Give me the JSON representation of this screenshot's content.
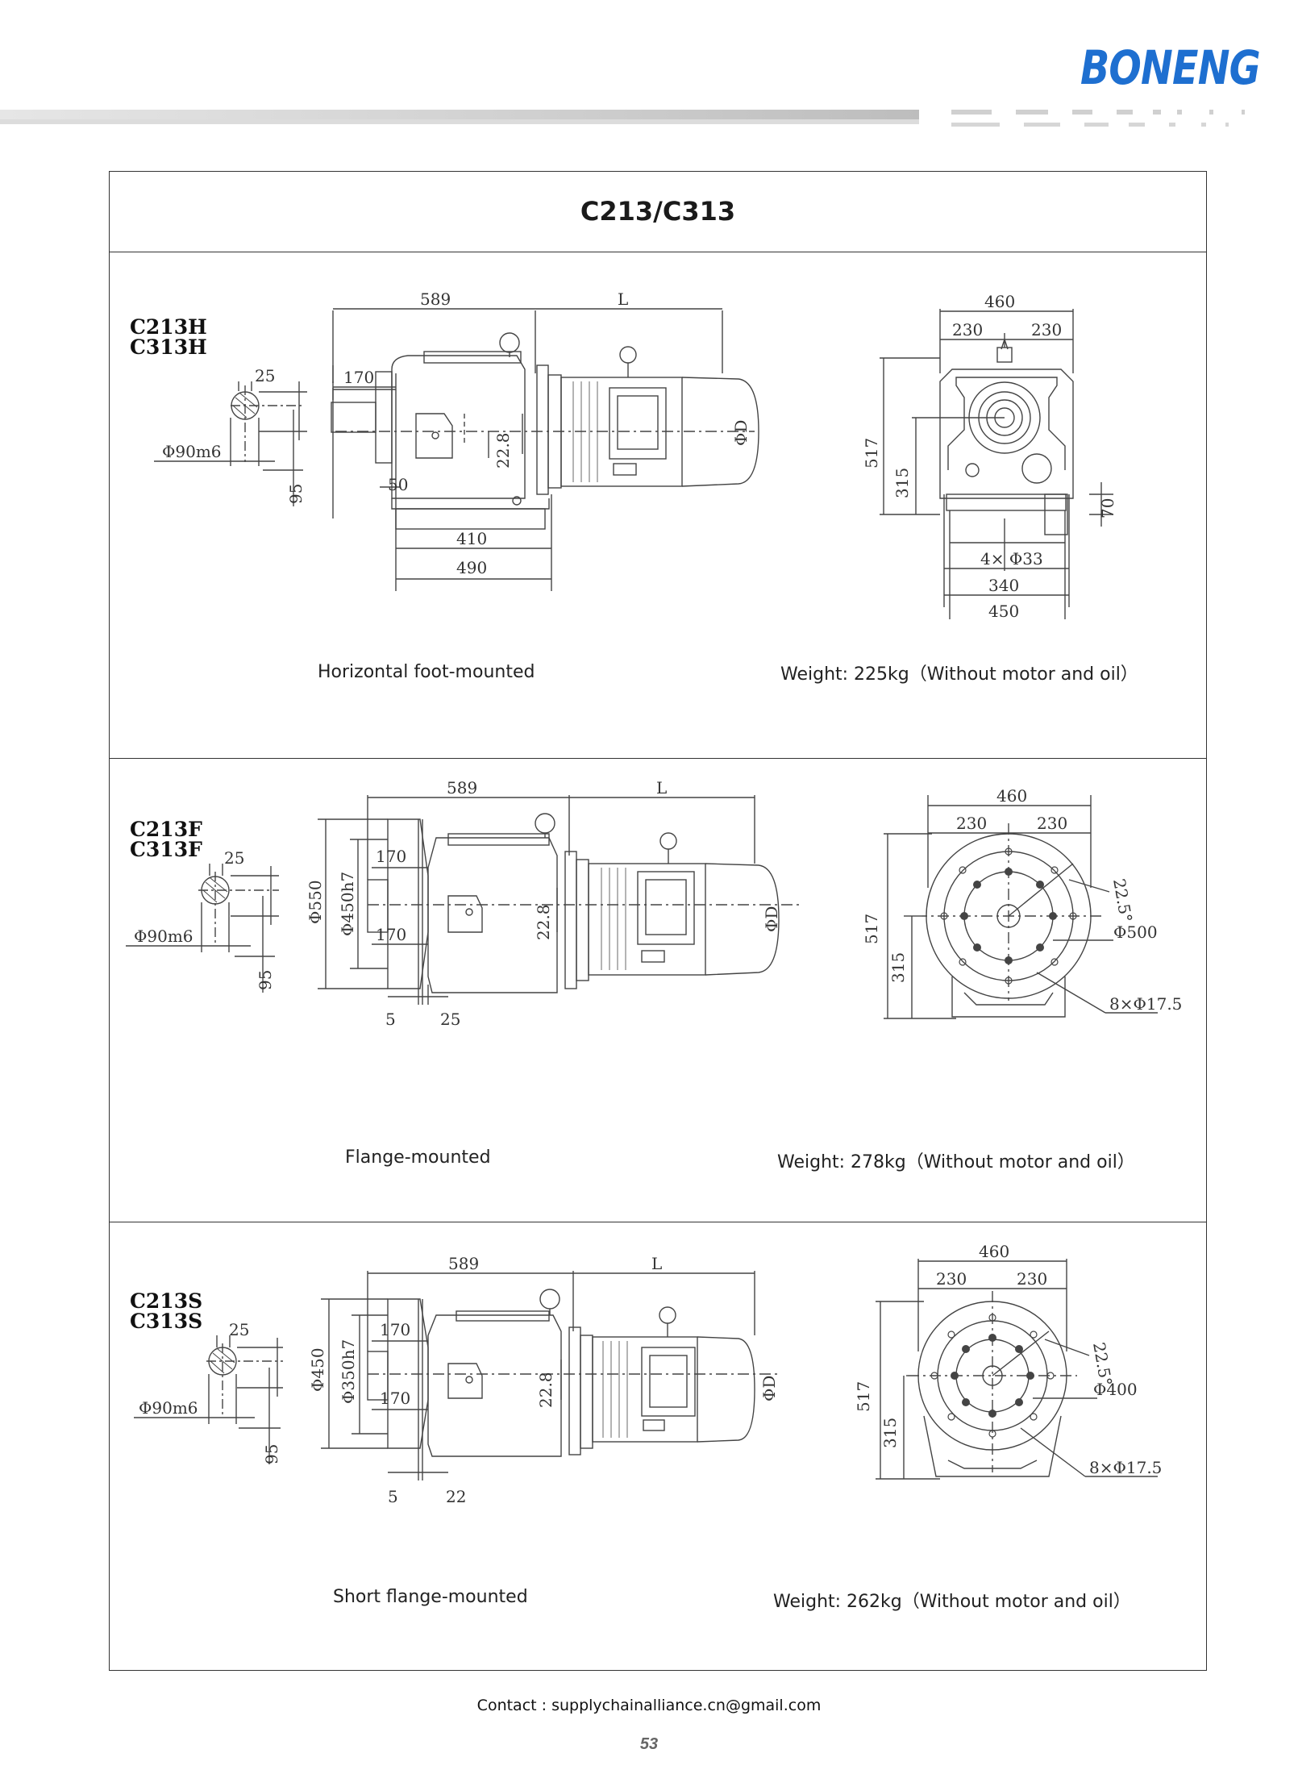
{
  "header": {
    "brand": "BONENG",
    "brand_color": "#1e6fd0"
  },
  "table_title": "C213/C313",
  "sections": [
    {
      "model_line1": "C213H",
      "model_line2": "C313H",
      "caption_left": "Horizontal foot-mounted",
      "caption_right": "Weight: 225kg（Without motor and oil）",
      "dims": {
        "total_len": "589",
        "motor_len": "L",
        "shaft_len": "170",
        "foot_off": "50",
        "foot_inner": "410",
        "foot_outer": "490",
        "center_off": "22.8",
        "motor_d": "ΦD",
        "key_w": "25",
        "shaft_d": "Φ90m6",
        "shaft_h": "95",
        "front_w": "460",
        "front_half_l": "230",
        "front_half_r": "230",
        "height": "517",
        "axis_h": "315",
        "base_h": "70",
        "holes": "4× Φ33",
        "holes_pitch": "340",
        "base_w": "450"
      }
    },
    {
      "model_line1": "C213F",
      "model_line2": "C313F",
      "caption_left": "Flange-mounted",
      "caption_right": "Weight: 278kg（Without motor and oil）",
      "dims": {
        "total_len": "589",
        "motor_len": "L",
        "shaft_top": "170",
        "shaft_bot": "170",
        "flange_d": "Φ550",
        "spigot_d": "Φ450h7",
        "center_off": "22.8",
        "motor_d": "ΦD",
        "spigot_t": "5",
        "flange_t": "25",
        "key_w": "25",
        "shaft_d": "Φ90m6",
        "shaft_h": "95",
        "front_w": "460",
        "front_half_l": "230",
        "front_half_r": "230",
        "height": "517",
        "axis_h": "315",
        "angle": "22.5°",
        "pcd": "Φ500",
        "holes": "8×Φ17.5"
      }
    },
    {
      "model_line1": "C213S",
      "model_line2": "C313S",
      "caption_left": "Short flange-mounted",
      "caption_right": "Weight: 262kg（Without motor and oil）",
      "dims": {
        "total_len": "589",
        "motor_len": "L",
        "shaft_top": "170",
        "shaft_bot": "170",
        "flange_d": "Φ450",
        "spigot_d": "Φ350h7",
        "center_off": "22.8",
        "motor_d": "ΦD",
        "spigot_t": "5",
        "flange_t": "22",
        "key_w": "25",
        "shaft_d": "Φ90m6",
        "shaft_h": "95",
        "front_w": "460",
        "front_half_l": "230",
        "front_half_r": "230",
        "height": "517",
        "axis_h": "315",
        "angle": "22.5°",
        "pcd": "Φ400",
        "holes": "8×Φ17.5"
      }
    }
  ],
  "footer": {
    "contact": "Contact : supplychainalliance.cn@gmail.com",
    "page_number": "53"
  }
}
